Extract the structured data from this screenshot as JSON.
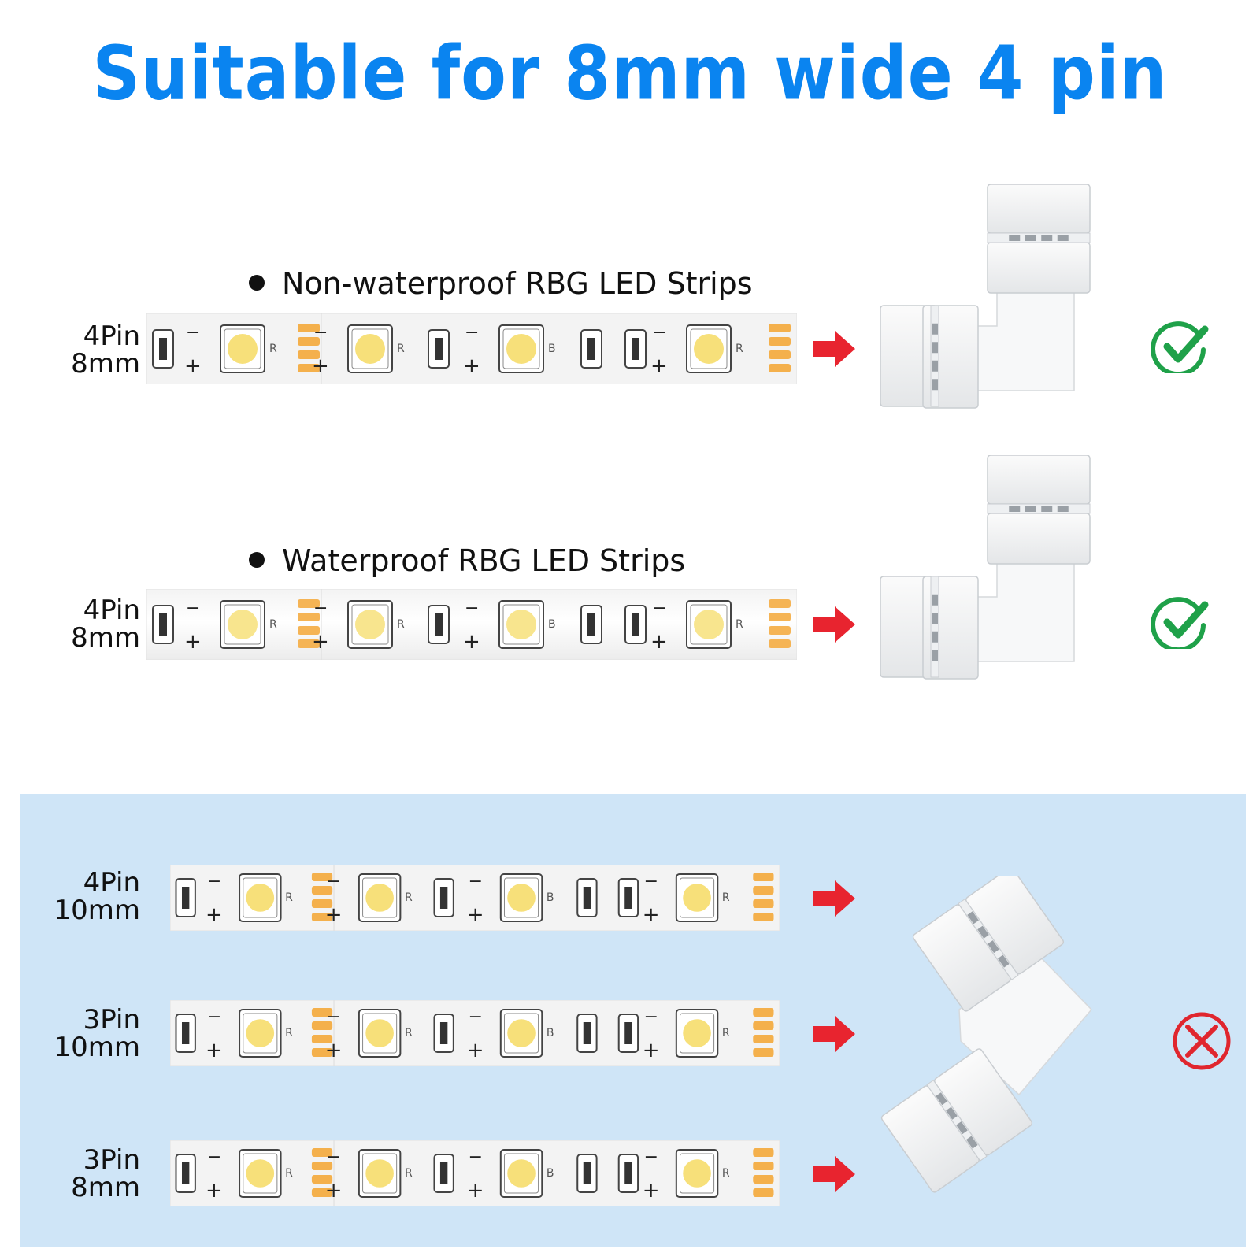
{
  "title": "Suitable  for 8mm wide 4 pin",
  "colors": {
    "title_blue": "#0a84f0",
    "panel_blue": "#cfe5f7",
    "arrow_red": "#e8242f",
    "check_green": "#1fa149",
    "cross_red": "#e0262e",
    "contact_orange": "#f4b04c",
    "led_yellow": "#f7e07a"
  },
  "suitable": [
    {
      "heading": "Non-waterproof RBG LED Strips",
      "pin_label": "4Pin",
      "width_label": "8mm",
      "status_icon": "check-circle-icon"
    },
    {
      "heading": "Waterproof RBG LED Strips",
      "pin_label": "4Pin",
      "width_label": "8mm",
      "status_icon": "check-circle-icon"
    }
  ],
  "unsuitable": [
    {
      "pin_label": "4Pin",
      "width_label": "10mm"
    },
    {
      "pin_label": "3Pin",
      "width_label": "10mm"
    },
    {
      "pin_label": "3Pin",
      "width_label": "8mm"
    }
  ],
  "unsuitable_status_icon": "cross-circle-icon",
  "strip_letters": [
    "R",
    "R",
    "B",
    "R"
  ],
  "polarity": {
    "minus": "−",
    "plus": "+"
  }
}
